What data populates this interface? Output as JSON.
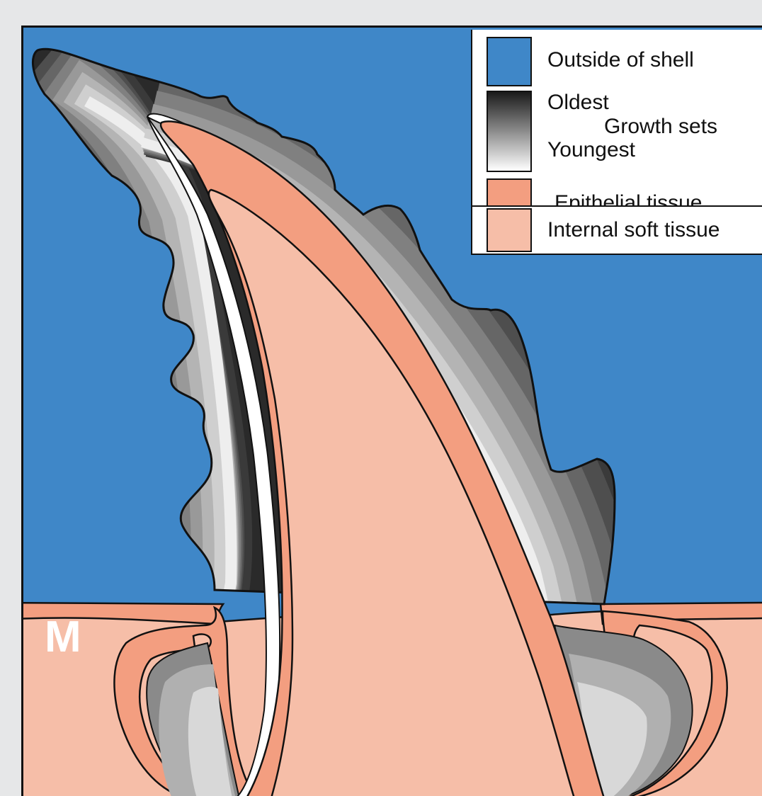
{
  "panel_letter": "M",
  "legend": {
    "outside": {
      "label": "Outside of shell",
      "color": "#3f87c8"
    },
    "growth": {
      "oldest": "Oldest",
      "youngest": "Youngest",
      "label": "Growth sets",
      "dark": "#1a1a1a",
      "light": "#ffffff"
    },
    "epithelial": {
      "label": "Epithelial tissue",
      "color": "#f39e80"
    },
    "internal": {
      "label": "Internal soft tissue",
      "color": "#f6bea8"
    }
  }
}
